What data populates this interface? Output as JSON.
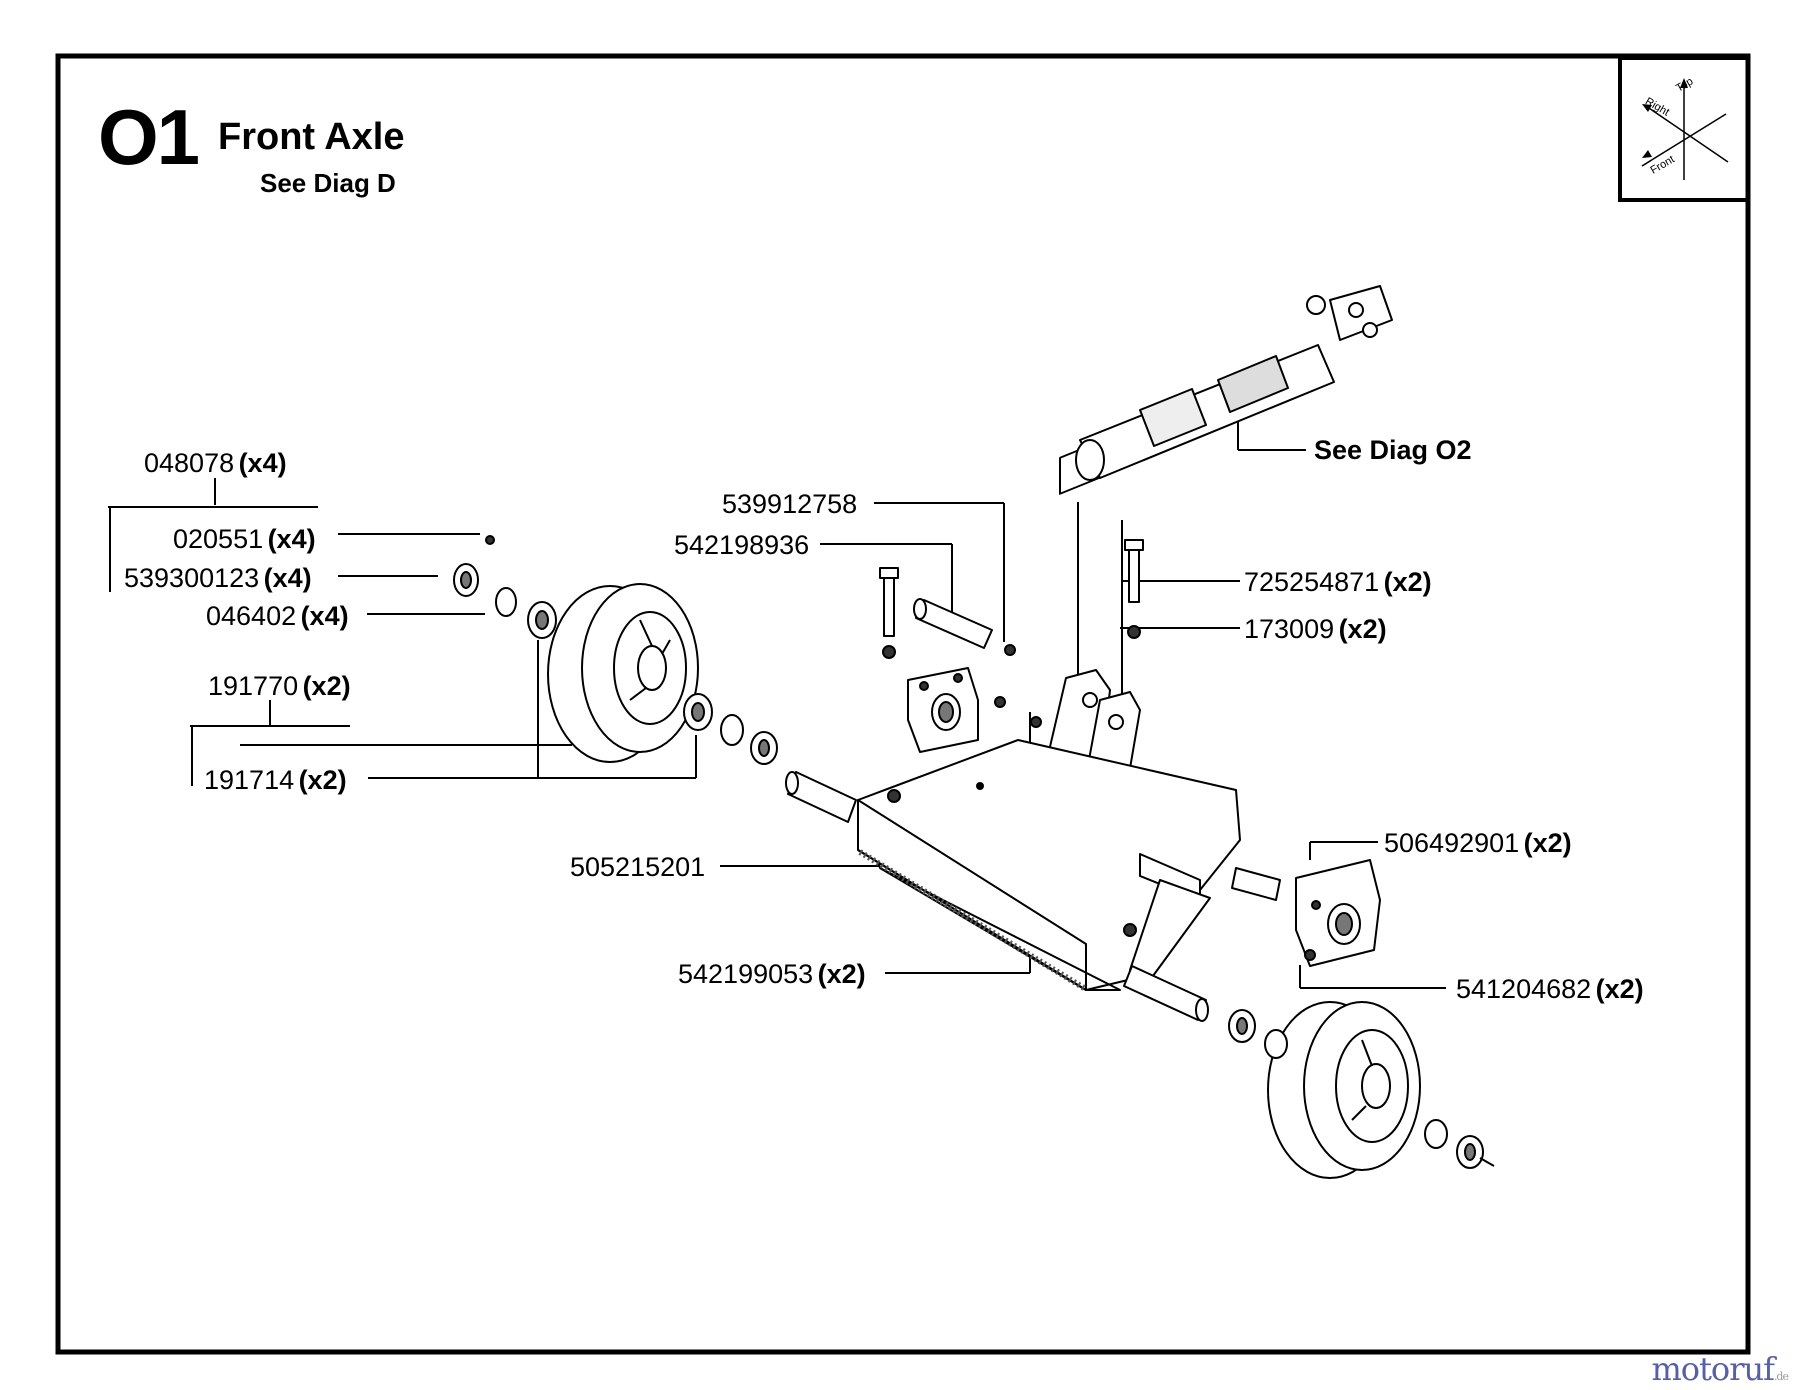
{
  "header": {
    "diagram_code": "O1",
    "title": "Front Axle",
    "subtitle": "See Diag D"
  },
  "orientation": {
    "top": "Top",
    "right": "Right",
    "front": "Front"
  },
  "reference": "See Diag O2",
  "parts": [
    {
      "code": "048078",
      "qty": "(x4)"
    },
    {
      "code": "020551",
      "qty": "(x4)"
    },
    {
      "code": "539300123",
      "qty": "(x4)"
    },
    {
      "code": "046402",
      "qty": "(x4)"
    },
    {
      "code": "191770",
      "qty": "(x2)"
    },
    {
      "code": "191714",
      "qty": "(x2)"
    },
    {
      "code": "539912758",
      "qty": ""
    },
    {
      "code": "542198936",
      "qty": ""
    },
    {
      "code": "725254871",
      "qty": "(x2)"
    },
    {
      "code": "173009",
      "qty": "(x2)"
    },
    {
      "code": "505215201",
      "qty": ""
    },
    {
      "code": "506492901",
      "qty": "(x2)"
    },
    {
      "code": "542199053",
      "qty": "(x2)"
    },
    {
      "code": "541204682",
      "qty": "(x2)"
    }
  ],
  "watermark": {
    "brand": "motoruf",
    "tld": ".de"
  }
}
